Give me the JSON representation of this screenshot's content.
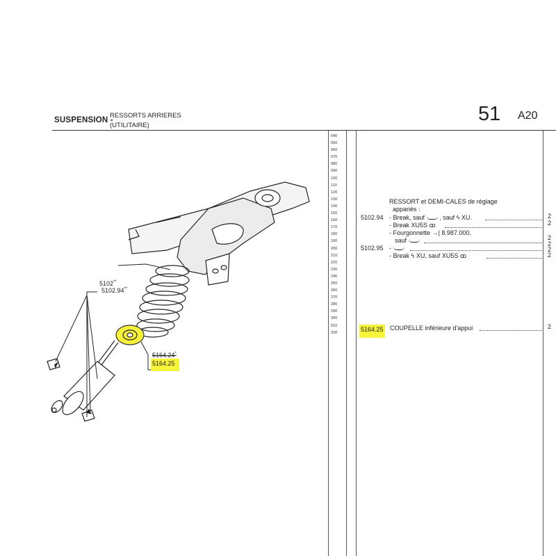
{
  "header": {
    "section": "SUSPENSION -",
    "subtitle_line1": "RESSORTS ARRIERES",
    "subtitle_line2": "(UTILITAIRE)",
    "page_number": "51",
    "page_code": "A20"
  },
  "line_numbers": [
    "040",
    "050",
    "060",
    "070",
    "080",
    "090",
    "100",
    "110",
    "120",
    "130",
    "140",
    "150",
    "160",
    "170",
    "180",
    "190",
    "200",
    "210",
    "220",
    "230",
    "240",
    "250",
    "260",
    "270",
    "280",
    "290",
    "300",
    "310",
    "320"
  ],
  "parts": {
    "group_title_1": "RESSORT et DEMI-CALES de réglage",
    "group_title_2": "appariés :",
    "ref_5102_94": "5102.94",
    "line_break": "- Break, sauf",
    "line_break_b": ", sauf",
    "line_break_c": "XU.",
    "line_break_xu5s": "- Break XU5S",
    "line_fourgonnette": "- Fourgonnette",
    "line_fourgonnette_num": "8.987.000,",
    "line_sauf": "sauf",
    "ref_5102_95": "5102.95",
    "line_dash": "-",
    "line_break2": "- Break",
    "line_break2_b": "XU, sauf XU5S",
    "ref_5164_25": "5164.25",
    "desc_5164_25": "COUPELLE inférieure d'appui"
  },
  "quantities": [
    "2",
    "2",
    "2",
    "2",
    "2",
    "2",
    "2"
  ],
  "callouts": {
    "c5102": "5102",
    "c5102_sup": "**",
    "c5102_94": "5102.94",
    "c5102_94_sup": "**",
    "c5164_24": "5164.24",
    "c5164_24_sup": "*",
    "c5164_25": "5164.25"
  },
  "colors": {
    "highlight": "#f7f23a",
    "ink": "#222222"
  }
}
